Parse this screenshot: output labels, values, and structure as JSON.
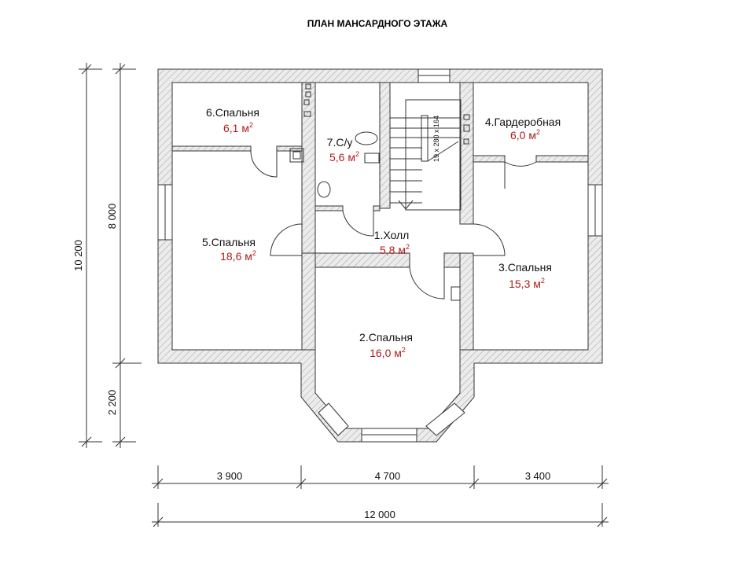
{
  "title": "ПЛАН МАНСАРДНОГО ЭТАЖА",
  "rooms": [
    {
      "name": "1.Холл",
      "area": "5,8 м",
      "sup": "2"
    },
    {
      "name": "2.Спальня",
      "area": "16,0 м",
      "sup": "2"
    },
    {
      "name": "3.Спальня",
      "area": "15,3 м",
      "sup": "2"
    },
    {
      "name": "4.Гардеробная",
      "area": "6,0 м",
      "sup": "2"
    },
    {
      "name": "5.Спальня",
      "area": "18,6 м",
      "sup": "2"
    },
    {
      "name": "6.Спальня",
      "area": "6,1 м",
      "sup": "2"
    },
    {
      "name": "7.С/у",
      "area": "5,6 м",
      "sup": "2"
    }
  ],
  "stair_label": "19 x 280 x 164",
  "dimensions": {
    "left_total": "10 200",
    "left_main": "8 000",
    "left_bay": "2 200",
    "bottom": [
      "3 900",
      "4 700",
      "3 400"
    ],
    "bottom_total": "12 000"
  },
  "colors": {
    "area_text": "#b01c1c",
    "wall_fill": "#e6e6e6",
    "hatch": "#9a9a9a"
  }
}
